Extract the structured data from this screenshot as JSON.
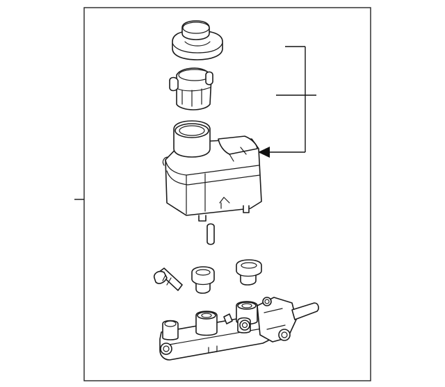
{
  "diagram": {
    "type": "exploded-parts-view",
    "line_color": "#1a1a1a",
    "background": "#ffffff",
    "parts": [
      "reservoir-cap",
      "strainer",
      "reservoir-tank",
      "grommet-pin",
      "grommet-left",
      "grommet-right",
      "bleeder-plug",
      "master-cylinder-body"
    ]
  }
}
